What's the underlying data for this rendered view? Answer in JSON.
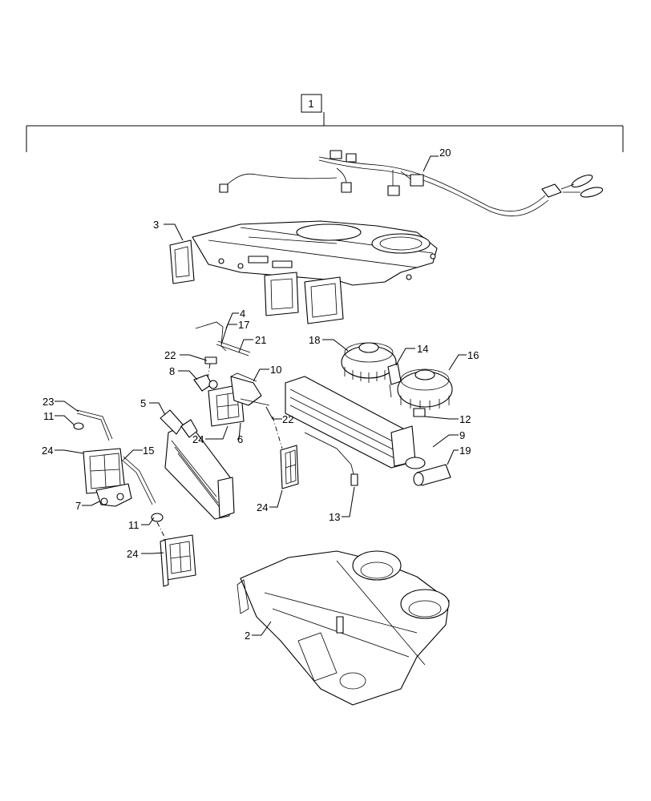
{
  "diagram": {
    "assembly_callout": "1",
    "callouts": [
      {
        "id": "c20",
        "text": "20"
      },
      {
        "id": "c3",
        "text": "3"
      },
      {
        "id": "c4",
        "text": "4"
      },
      {
        "id": "c17",
        "text": "17"
      },
      {
        "id": "c21",
        "text": "21"
      },
      {
        "id": "c22a",
        "text": "22"
      },
      {
        "id": "c8",
        "text": "8"
      },
      {
        "id": "c10",
        "text": "10"
      },
      {
        "id": "c18",
        "text": "18"
      },
      {
        "id": "c14",
        "text": "14"
      },
      {
        "id": "c16",
        "text": "16"
      },
      {
        "id": "c5",
        "text": "5"
      },
      {
        "id": "c23",
        "text": "23"
      },
      {
        "id": "c11a",
        "text": "11"
      },
      {
        "id": "c24a",
        "text": "24"
      },
      {
        "id": "c15",
        "text": "15"
      },
      {
        "id": "c24b",
        "text": "24"
      },
      {
        "id": "c6",
        "text": "6"
      },
      {
        "id": "c22b",
        "text": "22"
      },
      {
        "id": "c12",
        "text": "12"
      },
      {
        "id": "c9",
        "text": "9"
      },
      {
        "id": "c19",
        "text": "19"
      },
      {
        "id": "c7",
        "text": "7"
      },
      {
        "id": "c24c",
        "text": "24"
      },
      {
        "id": "c13",
        "text": "13"
      },
      {
        "id": "c11b",
        "text": "11"
      },
      {
        "id": "c24d",
        "text": "24"
      },
      {
        "id": "c2",
        "text": "2"
      }
    ]
  }
}
